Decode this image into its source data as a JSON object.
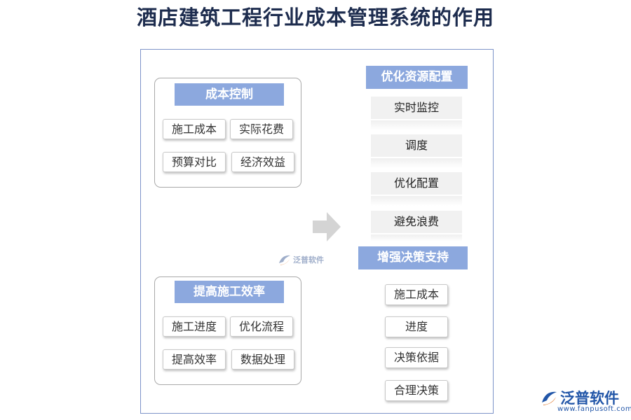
{
  "title": "酒店建筑工程行业成本管理系统的作用",
  "cost_control": {
    "header": "成本控制",
    "items": [
      "施工成本",
      "实际花费",
      "预算对比",
      "经济效益"
    ]
  },
  "efficiency": {
    "header": "提高施工效率",
    "items": [
      "施工进度",
      "优化流程",
      "提高效率",
      "数据处理"
    ]
  },
  "optimize": {
    "header": "优化资源配置",
    "items": [
      "实时监控",
      "调度",
      "优化配置",
      "避免浪费"
    ]
  },
  "decision": {
    "header": "增强决策支持",
    "items": [
      "施工成本",
      "进度",
      "决策依据",
      "合理决策"
    ]
  },
  "watermark": {
    "text": "泛普软件"
  },
  "logo": {
    "name": "泛普软件",
    "url": "www.fanpusoft.com"
  },
  "colors": {
    "header_bg": "#8ca8de",
    "title": "#1d2c4e",
    "frame": "#7d93c8",
    "brand": "#2256a8"
  }
}
